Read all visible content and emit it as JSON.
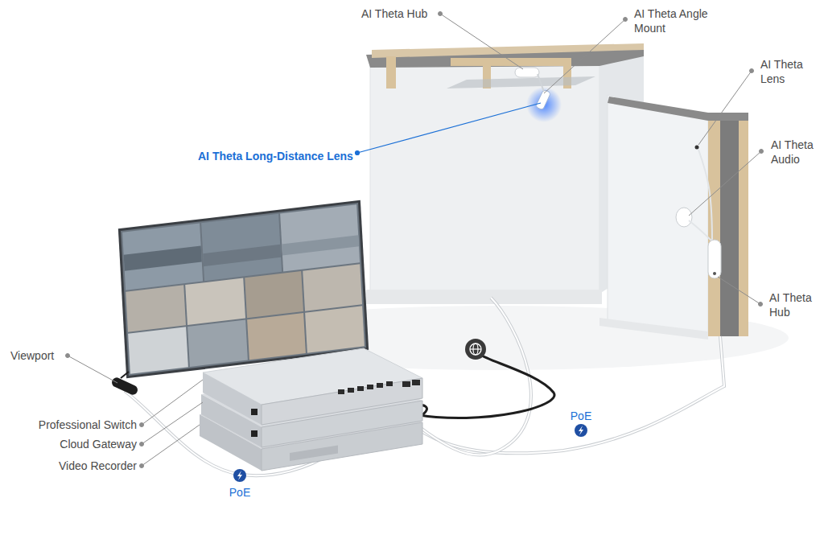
{
  "diagram": {
    "labels": [
      "AI Theta Hub",
      "AI Theta Angle Mount",
      "AI Theta Lens",
      "AI Theta Long-Distance Lens",
      "AI Theta Audio",
      "AI Theta Hub",
      "Viewport",
      "Professional Switch",
      "Cloud Gateway",
      "Video Recorder",
      "PoE",
      "PoE"
    ]
  }
}
